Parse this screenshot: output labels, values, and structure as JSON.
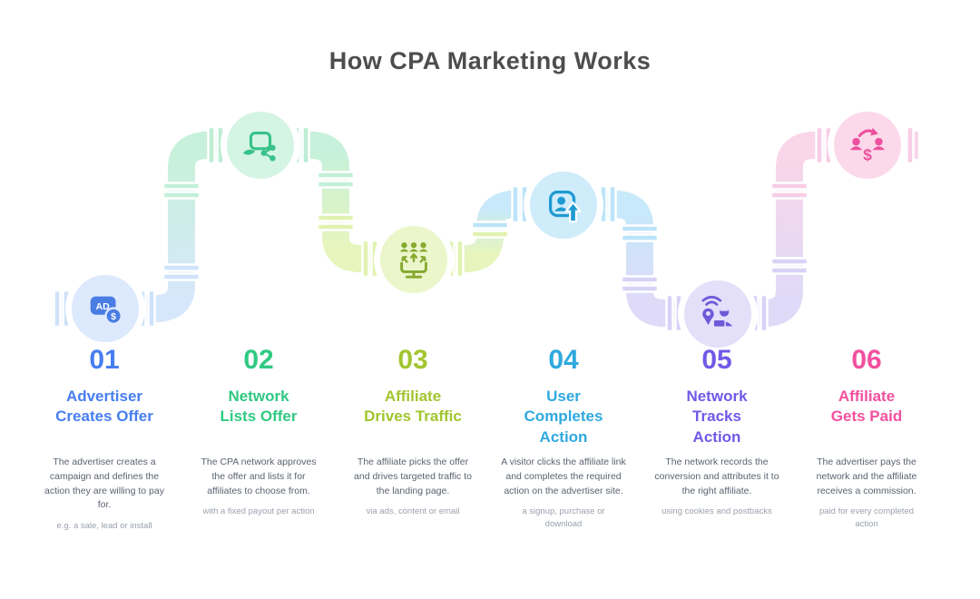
{
  "title": "How CPA Marketing Works",
  "icon_labels": {
    "ad": "AD",
    "dollar_badge": "$",
    "payout_dollar": "$"
  },
  "palette": {
    "title_text": "#4d4d4d",
    "pipe": [
      "#d7e7fb",
      "#c7f1da",
      "#e7f5bd",
      "#c7e9fa",
      "#dfdaf8",
      "#f9d6e9"
    ],
    "accents": [
      "#477ef0",
      "#2fc982",
      "#a2c52f",
      "#2fa9df",
      "#6f5ae8",
      "#f2509f"
    ],
    "node_fills": [
      "#dde9fc",
      "#d4f4e4",
      "#ebf6cb",
      "#cfecfb",
      "#e4e0fa",
      "#fbd9eb"
    ],
    "icon_colors": [
      "#4a7de4",
      "#37c288",
      "#86a92e",
      "#1f9ad2",
      "#6d5ad8",
      "#ee4f9e"
    ]
  },
  "steps": [
    {
      "number": "01",
      "title": "Advertiser\nCreates Offer",
      "icon": "ad-dollar-icon",
      "description": "The advertiser creates a campaign and defines the action they are willing to pay for.",
      "note": "e.g. a sale, lead or install"
    },
    {
      "number": "02",
      "title": "Network\nLists Offer",
      "icon": "laptop-share-icon",
      "description": "The CPA network approves the offer and lists it for affiliates to choose from.",
      "note": "with a fixed payout per action"
    },
    {
      "number": "03",
      "title": "Affiliate\nDrives Traffic",
      "icon": "audience-traffic-icon",
      "description": "The affiliate picks the offer and drives targeted traffic to the landing page.",
      "note": "via ads, content or email"
    },
    {
      "number": "04",
      "title": "User\nCompletes\nAction",
      "icon": "user-action-icon",
      "description": "A visitor clicks the affiliate link and completes the required action on the advertiser site.",
      "note": "a signup, purchase or download"
    },
    {
      "number": "05",
      "title": "Network\nTracks\nAction",
      "icon": "tracking-pin-icon",
      "description": "The network records the conversion and attributes it to the right affiliate.",
      "note": "using cookies and postbacks"
    },
    {
      "number": "06",
      "title": "Affiliate\nGets Paid",
      "icon": "payout-exchange-icon",
      "description": "The advertiser pays the network and the affiliate receives a commission.",
      "note": "paid for every completed action"
    }
  ]
}
